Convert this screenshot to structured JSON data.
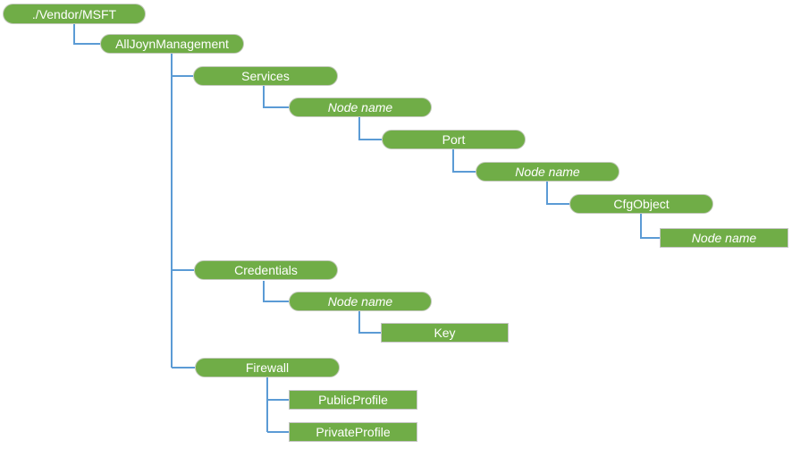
{
  "diagram": {
    "type": "tree",
    "colors": {
      "node_fill": "#70AD47",
      "node_border": "#C2C9BB",
      "connector": "#5B9BD5",
      "node_text": "#FFFFFF"
    },
    "nodes": [
      {
        "id": "vendor-msft",
        "label": "./Vendor/MSFT",
        "shape": "pill",
        "italic": false,
        "parent": null
      },
      {
        "id": "alljoynmanagement",
        "label": "AllJoynManagement",
        "shape": "pill",
        "italic": false,
        "parent": "vendor-msft"
      },
      {
        "id": "services",
        "label": "Services",
        "shape": "pill",
        "italic": false,
        "parent": "alljoynmanagement"
      },
      {
        "id": "services-nodename",
        "label": "Node name",
        "shape": "pill",
        "italic": true,
        "parent": "services"
      },
      {
        "id": "port",
        "label": "Port",
        "shape": "pill",
        "italic": false,
        "parent": "services-nodename"
      },
      {
        "id": "port-nodename",
        "label": "Node name",
        "shape": "pill",
        "italic": true,
        "parent": "port"
      },
      {
        "id": "cfgobject",
        "label": "CfgObject",
        "shape": "pill",
        "italic": false,
        "parent": "port-nodename"
      },
      {
        "id": "cfgobject-nodename",
        "label": "Node name",
        "shape": "rect",
        "italic": true,
        "parent": "cfgobject"
      },
      {
        "id": "credentials",
        "label": "Credentials",
        "shape": "pill",
        "italic": false,
        "parent": "alljoynmanagement"
      },
      {
        "id": "credentials-nodename",
        "label": "Node name",
        "shape": "pill",
        "italic": true,
        "parent": "credentials"
      },
      {
        "id": "key",
        "label": "Key",
        "shape": "rect",
        "italic": false,
        "parent": "credentials-nodename"
      },
      {
        "id": "firewall",
        "label": "Firewall",
        "shape": "pill",
        "italic": false,
        "parent": "alljoynmanagement"
      },
      {
        "id": "publicprofile",
        "label": "PublicProfile",
        "shape": "rect",
        "italic": false,
        "parent": "firewall"
      },
      {
        "id": "privateprofile",
        "label": "PrivateProfile",
        "shape": "rect",
        "italic": false,
        "parent": "firewall"
      }
    ]
  }
}
